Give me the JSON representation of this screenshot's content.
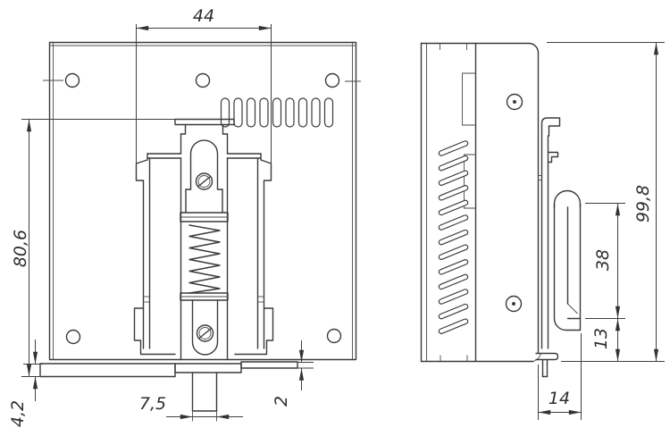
{
  "colors": {
    "background": "#ffffff",
    "line": "#3a3a3a",
    "dimension_line": "#3f3f3f",
    "text": "#2e2e2e"
  },
  "front_view": {
    "dimensions": {
      "width_top": "44",
      "height_overall": "80,6",
      "foot_thickness": "4,2",
      "tab_width": "7,5",
      "step_height": "2"
    }
  },
  "side_view": {
    "dimensions": {
      "height_overall": "99,8",
      "clip_opening": "38",
      "clip_lower": "13",
      "rail_depth": "14"
    }
  }
}
